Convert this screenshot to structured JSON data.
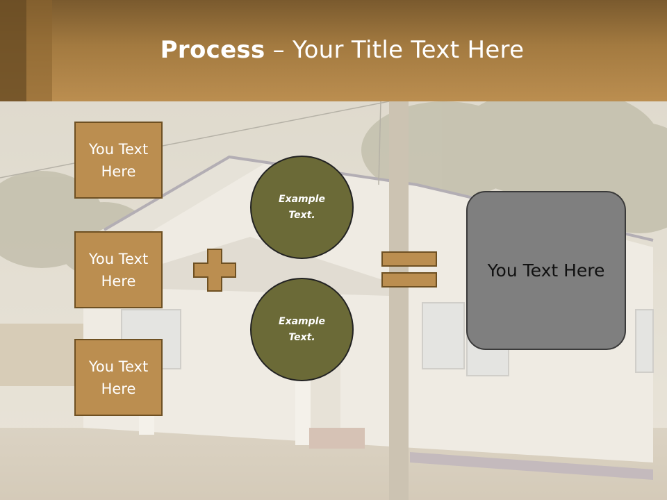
{
  "header": {
    "title_bold": "Process",
    "title_dash": " – ",
    "title_rest": "Your Title Text Here"
  },
  "left_boxes": [
    {
      "label": "You Text Here"
    },
    {
      "label": "You Text Here"
    },
    {
      "label": "You Text Here"
    }
  ],
  "circles": [
    {
      "label": "Example Text."
    },
    {
      "label": "Example Text."
    }
  ],
  "result": {
    "label": "You Text Here"
  },
  "icons": {
    "plus": "plus-icon",
    "equals": "equals-icon"
  },
  "colors": {
    "header": "#bb8e50",
    "box_fill": "#bb8e50",
    "box_border": "#6e5022",
    "circle_fill": "#6b6a37",
    "result_fill": "#7f7f7f"
  }
}
